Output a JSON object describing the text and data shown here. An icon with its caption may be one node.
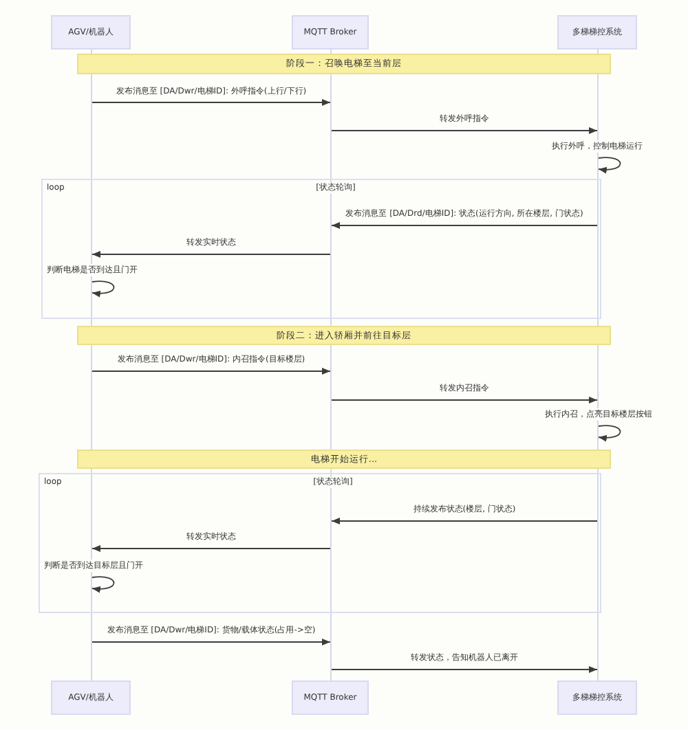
{
  "diagram": {
    "nodes": [
      {
        "text": [
          "AGV/机器人"
        ]
      },
      {
        "text": [
          "MQTT Broker"
        ]
      },
      {
        "text": [
          "多梯梯控系统"
        ]
      },
      {
        "text": [],
        "shape": "bar"
      },
      {
        "text": [],
        "shape": "bar"
      },
      {
        "text": [],
        "shape": "bar"
      },
      {
        "text": [
          "阶段一：召唤电梯至当前层"
        ]
      },
      {
        "text": [
          "阶段二：进入轿厢并前往目标层"
        ]
      },
      {
        "text": [
          "电梯开始运行..."
        ]
      },
      {
        "text": [
          "AGV/机器人"
        ]
      },
      {
        "text": [
          "MQTT Broker"
        ]
      },
      {
        "text": [
          "多梯梯控系统"
        ]
      }
    ],
    "edges": [
      {
        "from": 3,
        "to": 4,
        "arrow": "to",
        "label": "发布消息至 [DA/Dwr/电梯ID]: 外呼指令(上行/下行)"
      },
      {
        "from": 4,
        "to": 5,
        "arrow": "to",
        "label": "转发外呼指令"
      },
      {
        "from": 5,
        "to": 5,
        "arrow": "to",
        "label": "执行外呼，控制电梯运行"
      },
      {
        "from": 5,
        "to": 4,
        "arrow": "to",
        "label": "发布消息至 [DA/Drd/电梯ID]: 状态(运行方向, 所在楼层, 门状态)"
      },
      {
        "from": 4,
        "to": 3,
        "arrow": "to",
        "label": "转发实时状态"
      },
      {
        "from": 3,
        "to": 3,
        "arrow": "to",
        "label": "判断电梯是否到达且门开"
      },
      {
        "from": 3,
        "to": 4,
        "arrow": "to",
        "label": "发布消息至 [DA/Dwr/电梯ID]: 内召指令(目标楼层)"
      },
      {
        "from": 4,
        "to": 5,
        "arrow": "to",
        "label": "转发内召指令"
      },
      {
        "from": 5,
        "to": 5,
        "arrow": "to",
        "label": "执行内召，点亮目标楼层按钮"
      },
      {
        "from": 5,
        "to": 4,
        "arrow": "to",
        "label": "持续发布状态(楼层, 门状态)"
      },
      {
        "from": 4,
        "to": 3,
        "arrow": "to",
        "label": "转发实时状态"
      },
      {
        "from": 3,
        "to": 3,
        "arrow": "to",
        "label": "判断是否到达目标层且门开"
      },
      {
        "from": 3,
        "to": 4,
        "arrow": "to",
        "label": "发布消息至 [DA/Dwr/电梯ID]: 货物/载体状态(占用->空)"
      },
      {
        "from": 4,
        "to": 5,
        "arrow": "to",
        "label": "转发状态，告知机器人已离开"
      }
    ],
    "labels": [
      "loop",
      "[状态轮询]",
      "loop",
      "[状态轮询]"
    ]
  }
}
